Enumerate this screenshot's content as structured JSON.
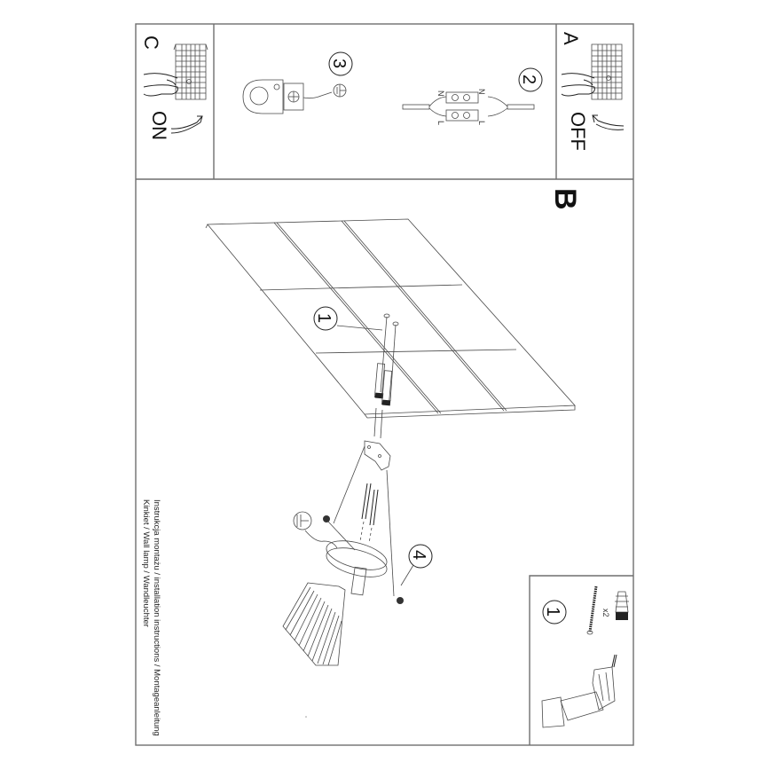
{
  "document": {
    "type": "installation-instructions",
    "orientation": "rotated-90-clockwise"
  },
  "panels": {
    "panel_a": {
      "letter": "A",
      "switch_label": "OFF"
    },
    "panel_b": {
      "letter": "B"
    },
    "panel_c": {
      "letter": "C",
      "switch_label": "ON"
    }
  },
  "steps": {
    "step_1_ceiling": "1",
    "step_2_wiring": "2",
    "step_3_ground": "3",
    "step_4_mount": "4",
    "step_1_tools": "1"
  },
  "wiring": {
    "neutral_label": "N",
    "live_label": "L"
  },
  "parts": {
    "quantity_label": "x2"
  },
  "title": {
    "line1": "Instrukcja montażu / installation instructions / Montageanleitung",
    "line2": "Kinkiet / Wall lamp / Wandleuchter"
  },
  "colors": {
    "frame": "#6f6f6f",
    "line": "#4a4a4a",
    "ink": "#111111",
    "background": "#ffffff"
  }
}
